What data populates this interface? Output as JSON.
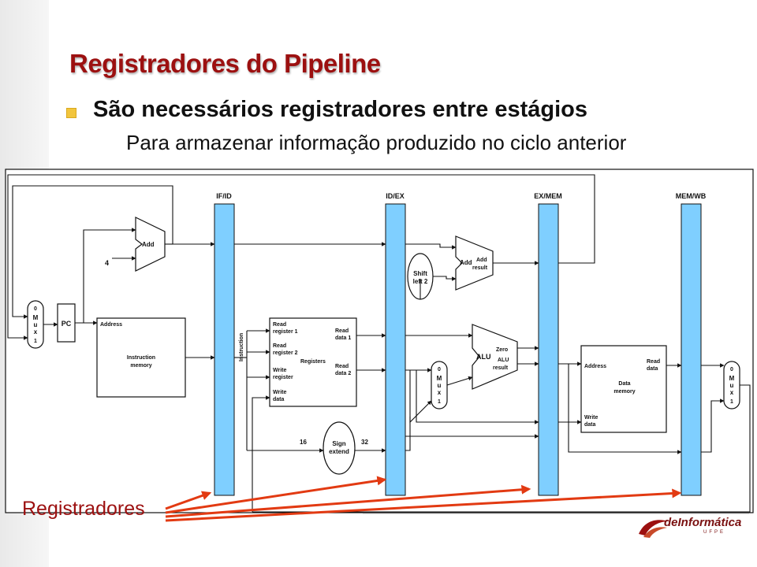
{
  "slide": {
    "title": "Registradores do Pipeline",
    "bullet": "São necessários registradores entre estágios",
    "sub_bullet": "Para armazenar informação produzido no ciclo anterior",
    "callout": "Registradores"
  },
  "pipeline_registers": [
    "IF/ID",
    "ID/EX",
    "EX/MEM",
    "MEM/WB"
  ],
  "blocks": {
    "adder_if": "Add",
    "constant_four": "4",
    "mux_pc": [
      "0",
      "M",
      "u",
      "x",
      "1"
    ],
    "pc": "PC",
    "imem_address": "Address",
    "imem_title": [
      "Instruction",
      "memory"
    ],
    "instruction_label": "Instruction",
    "regs_read1": [
      "Read",
      "register 1"
    ],
    "regs_read2": [
      "Read",
      "register 2"
    ],
    "regs_write": [
      "Write",
      "register"
    ],
    "regs_wdata": [
      "Write",
      "data"
    ],
    "regs_rdata1": [
      "Read",
      "data 1"
    ],
    "regs_rdata2": [
      "Read",
      "data 2"
    ],
    "regs_title": "Registers",
    "bus_16": "16",
    "bus_32": "32",
    "sign_extend": [
      "Sign",
      "extend"
    ],
    "shift_left": [
      "Shift",
      "left 2"
    ],
    "adder_branch": "Add",
    "adder_branch_result": [
      "Add",
      "result"
    ],
    "mux_alu": [
      "0",
      "M",
      "u",
      "x",
      "1"
    ],
    "alu": "ALU",
    "alu_zero": "Zero",
    "alu_result": [
      "ALU",
      "result"
    ],
    "dmem_address": "Address",
    "dmem_rdata": [
      "Read",
      "data"
    ],
    "dmem_title": [
      "Data",
      "memory"
    ],
    "dmem_wdata": [
      "Write",
      "data"
    ],
    "mux_wb": [
      "0",
      "M",
      "u",
      "x",
      "1"
    ]
  },
  "logo": {
    "name": "deInformática",
    "sub": "UFPE"
  },
  "colors": {
    "title": "#9c1010",
    "bullet": "#f2c53d",
    "register_fill": "#7fcfff",
    "arrow": "#e23a12"
  }
}
